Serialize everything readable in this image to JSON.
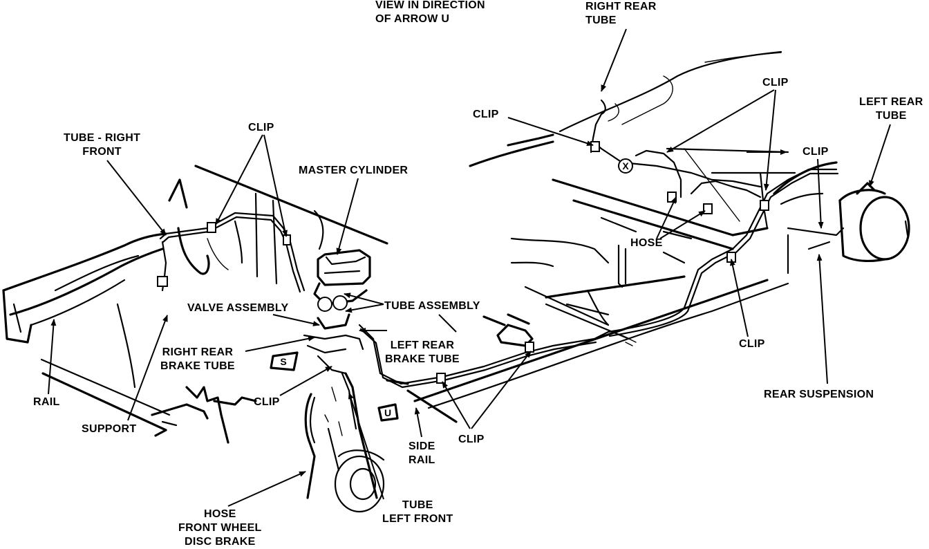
{
  "labels": {
    "view_direction": "VIEW IN DIRECTION\nOF ARROW U",
    "right_rear_tube_top": "RIGHT REAR\nTUBE",
    "clip_top_center": "CLIP",
    "clip_upper_left": "CLIP",
    "left_rear_tube": "LEFT REAR\nTUBE",
    "clip_right_upper": "CLIP",
    "tube_right_front": "TUBE - RIGHT\nFRONT",
    "clip_front_top": "CLIP",
    "master_cylinder": "MASTER CYLINDER",
    "hose_rear": "HOSE",
    "valve_assembly": "VALVE ASSEMBLY",
    "tube_assembly": "TUBE ASSEMBLY",
    "left_rear_brake_tube": "LEFT REAR\nBRAKE TUBE",
    "right_rear_brake_tube": "RIGHT REAR\nBRAKE TUBE",
    "clip_rear_lower": "CLIP",
    "rail": "RAIL",
    "clip_mid_lower": "CLIP",
    "rear_suspension": "REAR SUSPENSION",
    "support": "SUPPORT",
    "side_rail": "SIDE\nRAIL",
    "clip_bottom_center": "CLIP",
    "tube_left_front": "TUBE\nLEFT FRONT",
    "hose_front_wheel": "HOSE\nFRONT WHEEL\nDISC BRAKE"
  },
  "symbols": {
    "x_marker": "X",
    "s_marker": "S",
    "u_marker": "U"
  }
}
